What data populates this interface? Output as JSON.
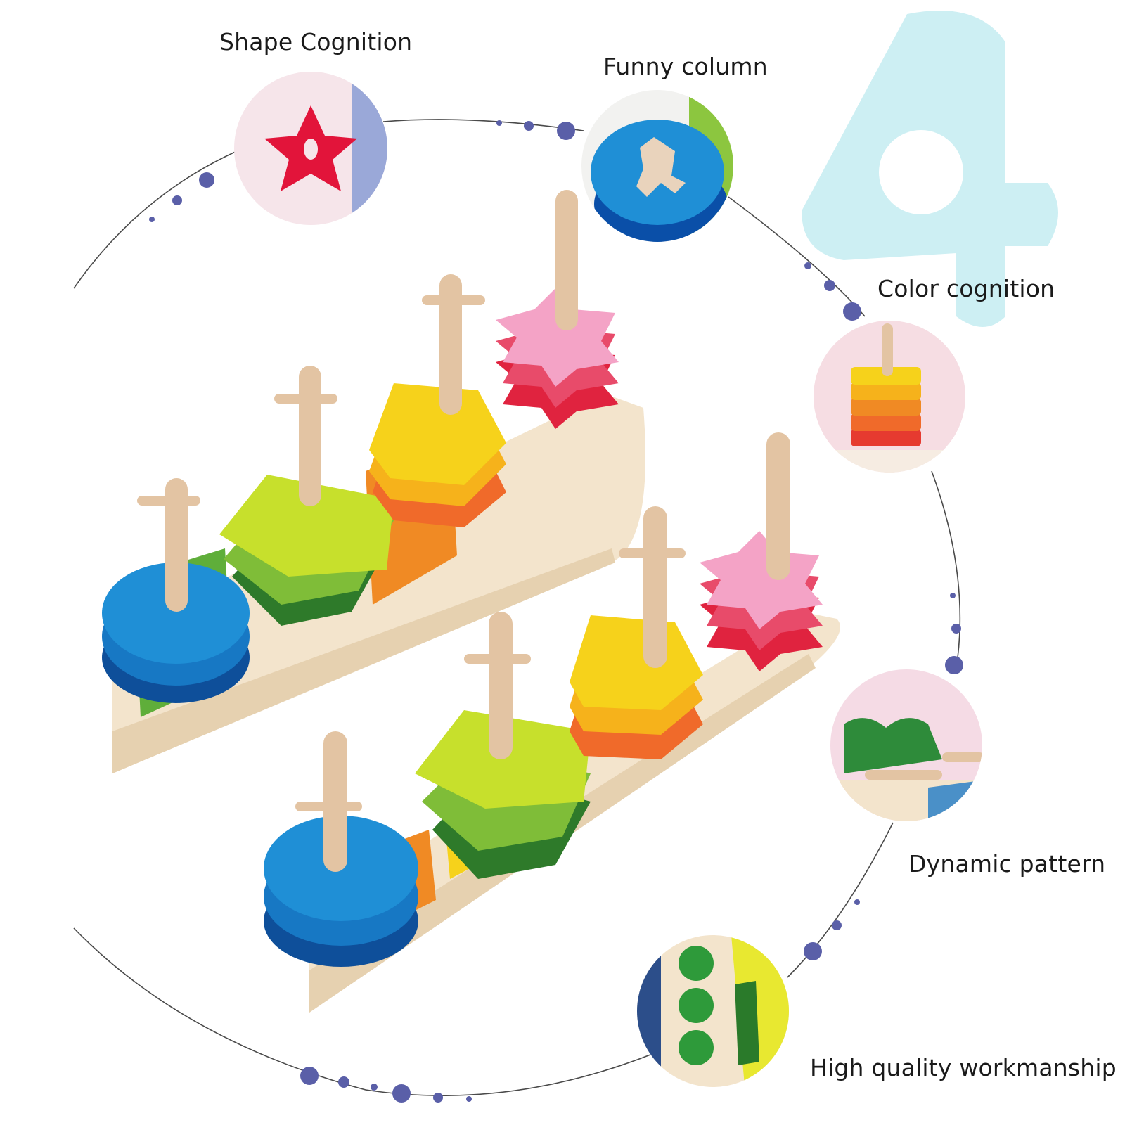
{
  "captions": {
    "shape_cognition": "Shape Cognition",
    "funny_column": "Funny column",
    "color_cognition": "Color cognition",
    "dynamic_pattern": "Dynamic pattern",
    "high_quality": "High quality workmanship"
  },
  "badge": {
    "digit": "4"
  },
  "colors": {
    "badge": "#cdeff3",
    "arc": "#4a4a4a",
    "dot": "#5a5fa8",
    "blue": "#1f8fd6",
    "green": "#8cc63f",
    "yellow": "#f6d21b",
    "orange": "#f08a24",
    "red": "#e63a30",
    "pink": "#f4a3c6",
    "peg": "#e3c4a3",
    "wood": "#f3e4cc"
  },
  "icons": [
    "circle-dot-decoration",
    "stacking-peg-toy",
    "detail-lens"
  ]
}
